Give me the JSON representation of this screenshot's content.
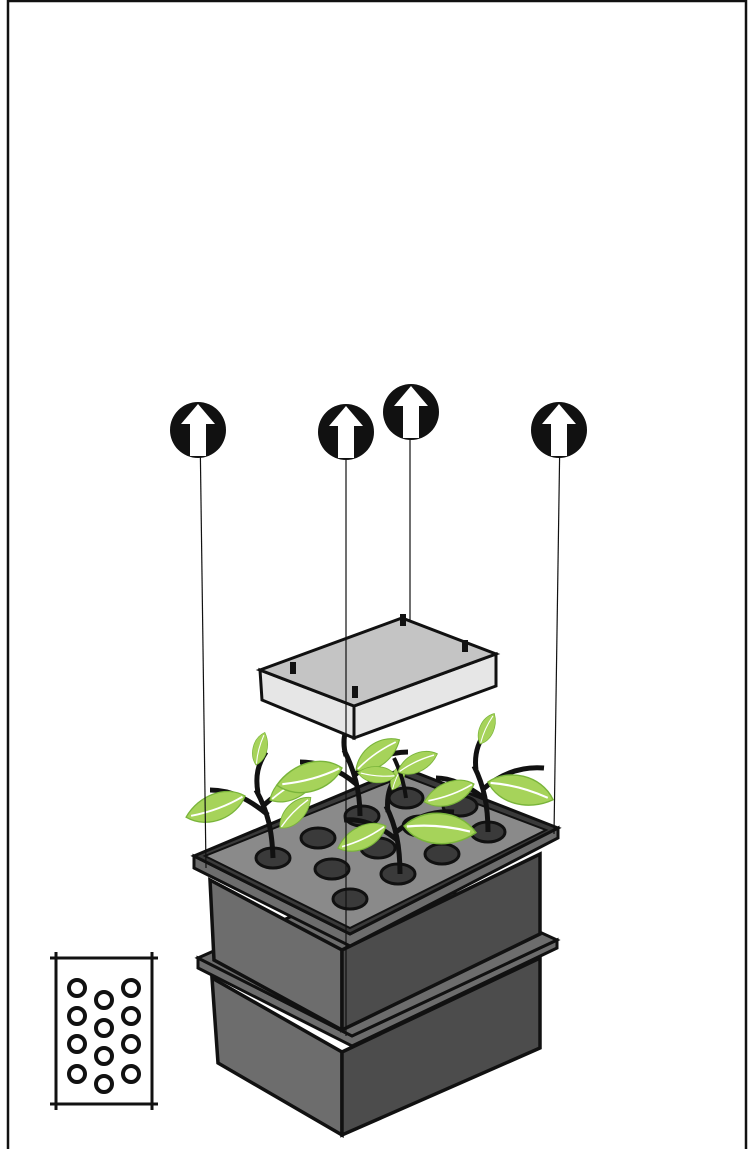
{
  "diagram": {
    "subject": "hydroponic-grow-tray-assembly",
    "lift_arrow_count": 4,
    "plant_count": 5,
    "reservoir_tier_count": 2,
    "lid_site_count": 12,
    "lid_layout": {
      "columns": 3,
      "rows": 4
    },
    "colors": {
      "outline": "#111111",
      "container_body": "#6d6d6d",
      "container_shade": "#4c4c4c",
      "lid_surface": "#8a8a8a",
      "cover_top": "#c4c4c4",
      "cover_side": "#e6e6e6",
      "leaf_light": "#a6d35a",
      "leaf_dark": "#79b43a",
      "stem": "#111111"
    },
    "icons": [
      "up-arrow-icon",
      "lid-hole-pattern-icon"
    ]
  }
}
